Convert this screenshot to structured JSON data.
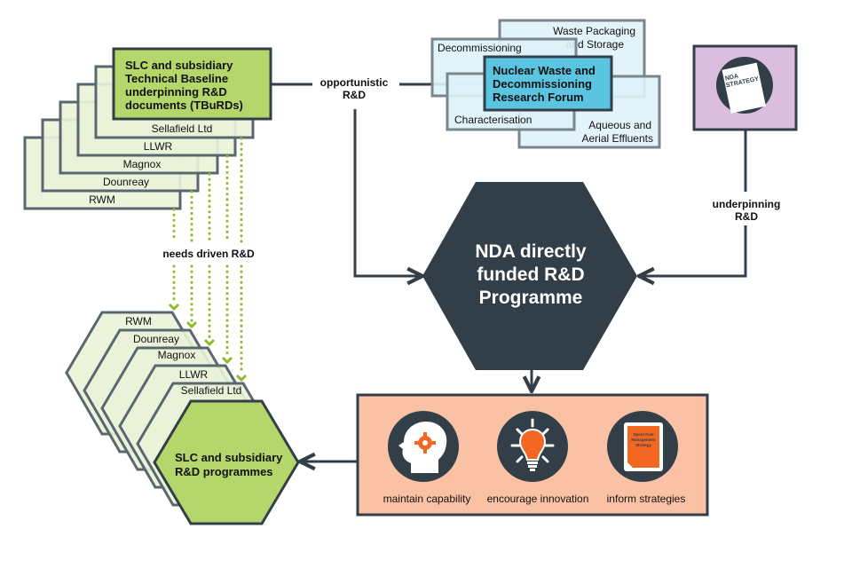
{
  "tburds": {
    "title_lines": [
      "SLC and subsidiary",
      "Technical  Baseline",
      "underpinning R&D",
      "documents (TBuRDs)"
    ],
    "docs": [
      "Sellafield Ltd",
      "LLWR",
      "Magnox",
      "Dounreay",
      "RWM"
    ]
  },
  "forum": {
    "title_lines": [
      "Nuclear Waste and",
      "Decommissioning",
      "Research Forum"
    ],
    "topics": {
      "decommissioning": "Decommissioning",
      "waste_packaging": [
        "Waste Packaging",
        "and Storage"
      ],
      "characterisation": "Characterisation",
      "effluents": [
        "Aqueous and",
        "Aerial Effluents"
      ]
    }
  },
  "strategy": {
    "icon_text": [
      "NDA",
      "STRATEGY"
    ]
  },
  "connectors": {
    "opportunistic": [
      "opportunistic",
      "R&D"
    ],
    "underpinning": [
      "underpinning",
      "R&D"
    ],
    "needs_driven": "needs driven R&D"
  },
  "nda_programme": {
    "title_lines": [
      "NDA directly",
      "funded R&D",
      "Programme"
    ]
  },
  "outcomes": {
    "items": [
      {
        "label": "maintain capability",
        "icon": "head-gear-icon"
      },
      {
        "label": "encourage innovation",
        "icon": "lightbulb-icon"
      },
      {
        "label": "inform strategies",
        "icon": "strategy-document-icon"
      }
    ],
    "doc_text": [
      "Spent Fuel",
      "Management",
      "Strategy"
    ]
  },
  "slc_programmes": {
    "title_lines": [
      "SLC and subsidiary",
      "R&D programmes"
    ],
    "orgs": [
      "RWM",
      "Dounreay",
      "Magnox",
      "LLWR",
      "Sellafield Ltd"
    ]
  },
  "colors": {
    "dark": "#333f48",
    "green": "#b5d66b",
    "light_green": "#e9f2d6",
    "forum_blue": "#5bc4e0",
    "light_blue": "#dff2f8",
    "lilac": "#dbbde0",
    "peach": "#fbc1a4",
    "orange": "#f26722",
    "dot_green": "#8dbb2b"
  }
}
